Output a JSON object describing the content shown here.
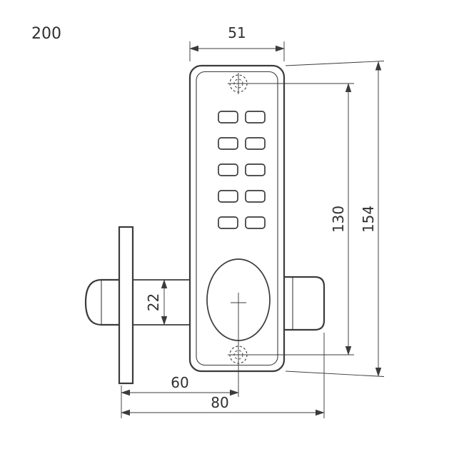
{
  "drawing": {
    "part_label": "200",
    "line_color": "#3b3b3b",
    "background": "#ffffff",
    "dimensions": {
      "body_width": "51",
      "screw_spacing": "130",
      "body_height": "154",
      "latch_height": "22",
      "backset": "60",
      "overall_depth": "80"
    }
  }
}
